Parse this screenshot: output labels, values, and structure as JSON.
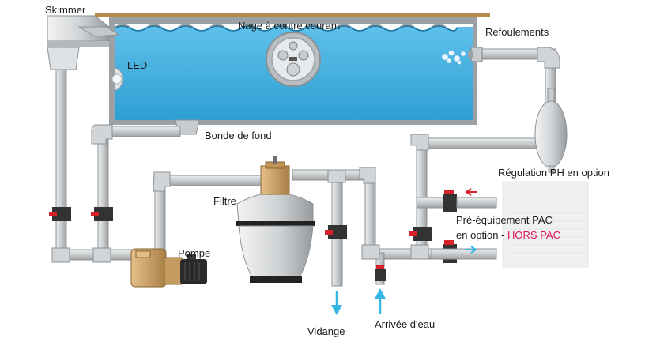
{
  "labels": {
    "skimmer": "Skimmer",
    "nage": "Nage à contre courant",
    "refoulements": "Refoulements",
    "led": "LED",
    "bonde": "Bonde de fond",
    "regulation": "Régulation PH en option",
    "filtre": "Filtre",
    "pac_line1": "Pré-équipement PAC",
    "pac_line2": "en option - ",
    "hors_pac": "HORS PAC",
    "pompe": "Pompe",
    "vidange": "Vidange",
    "arrivee": "Arrivée d'eau"
  },
  "colors": {
    "water": "#3aa7d8",
    "water_light": "#6cc3e8",
    "pipe": "#d4d6d8",
    "pipe_dark": "#a7aaad",
    "valve_red": "#d6202a",
    "filter_sand": "#c9a063",
    "pump_body": "#d2a86b",
    "arrow_blue": "#35b7e5",
    "arrow_red": "#d6202a",
    "deck_wood": "#b78a4e",
    "hors_pac": "#e0145a"
  }
}
